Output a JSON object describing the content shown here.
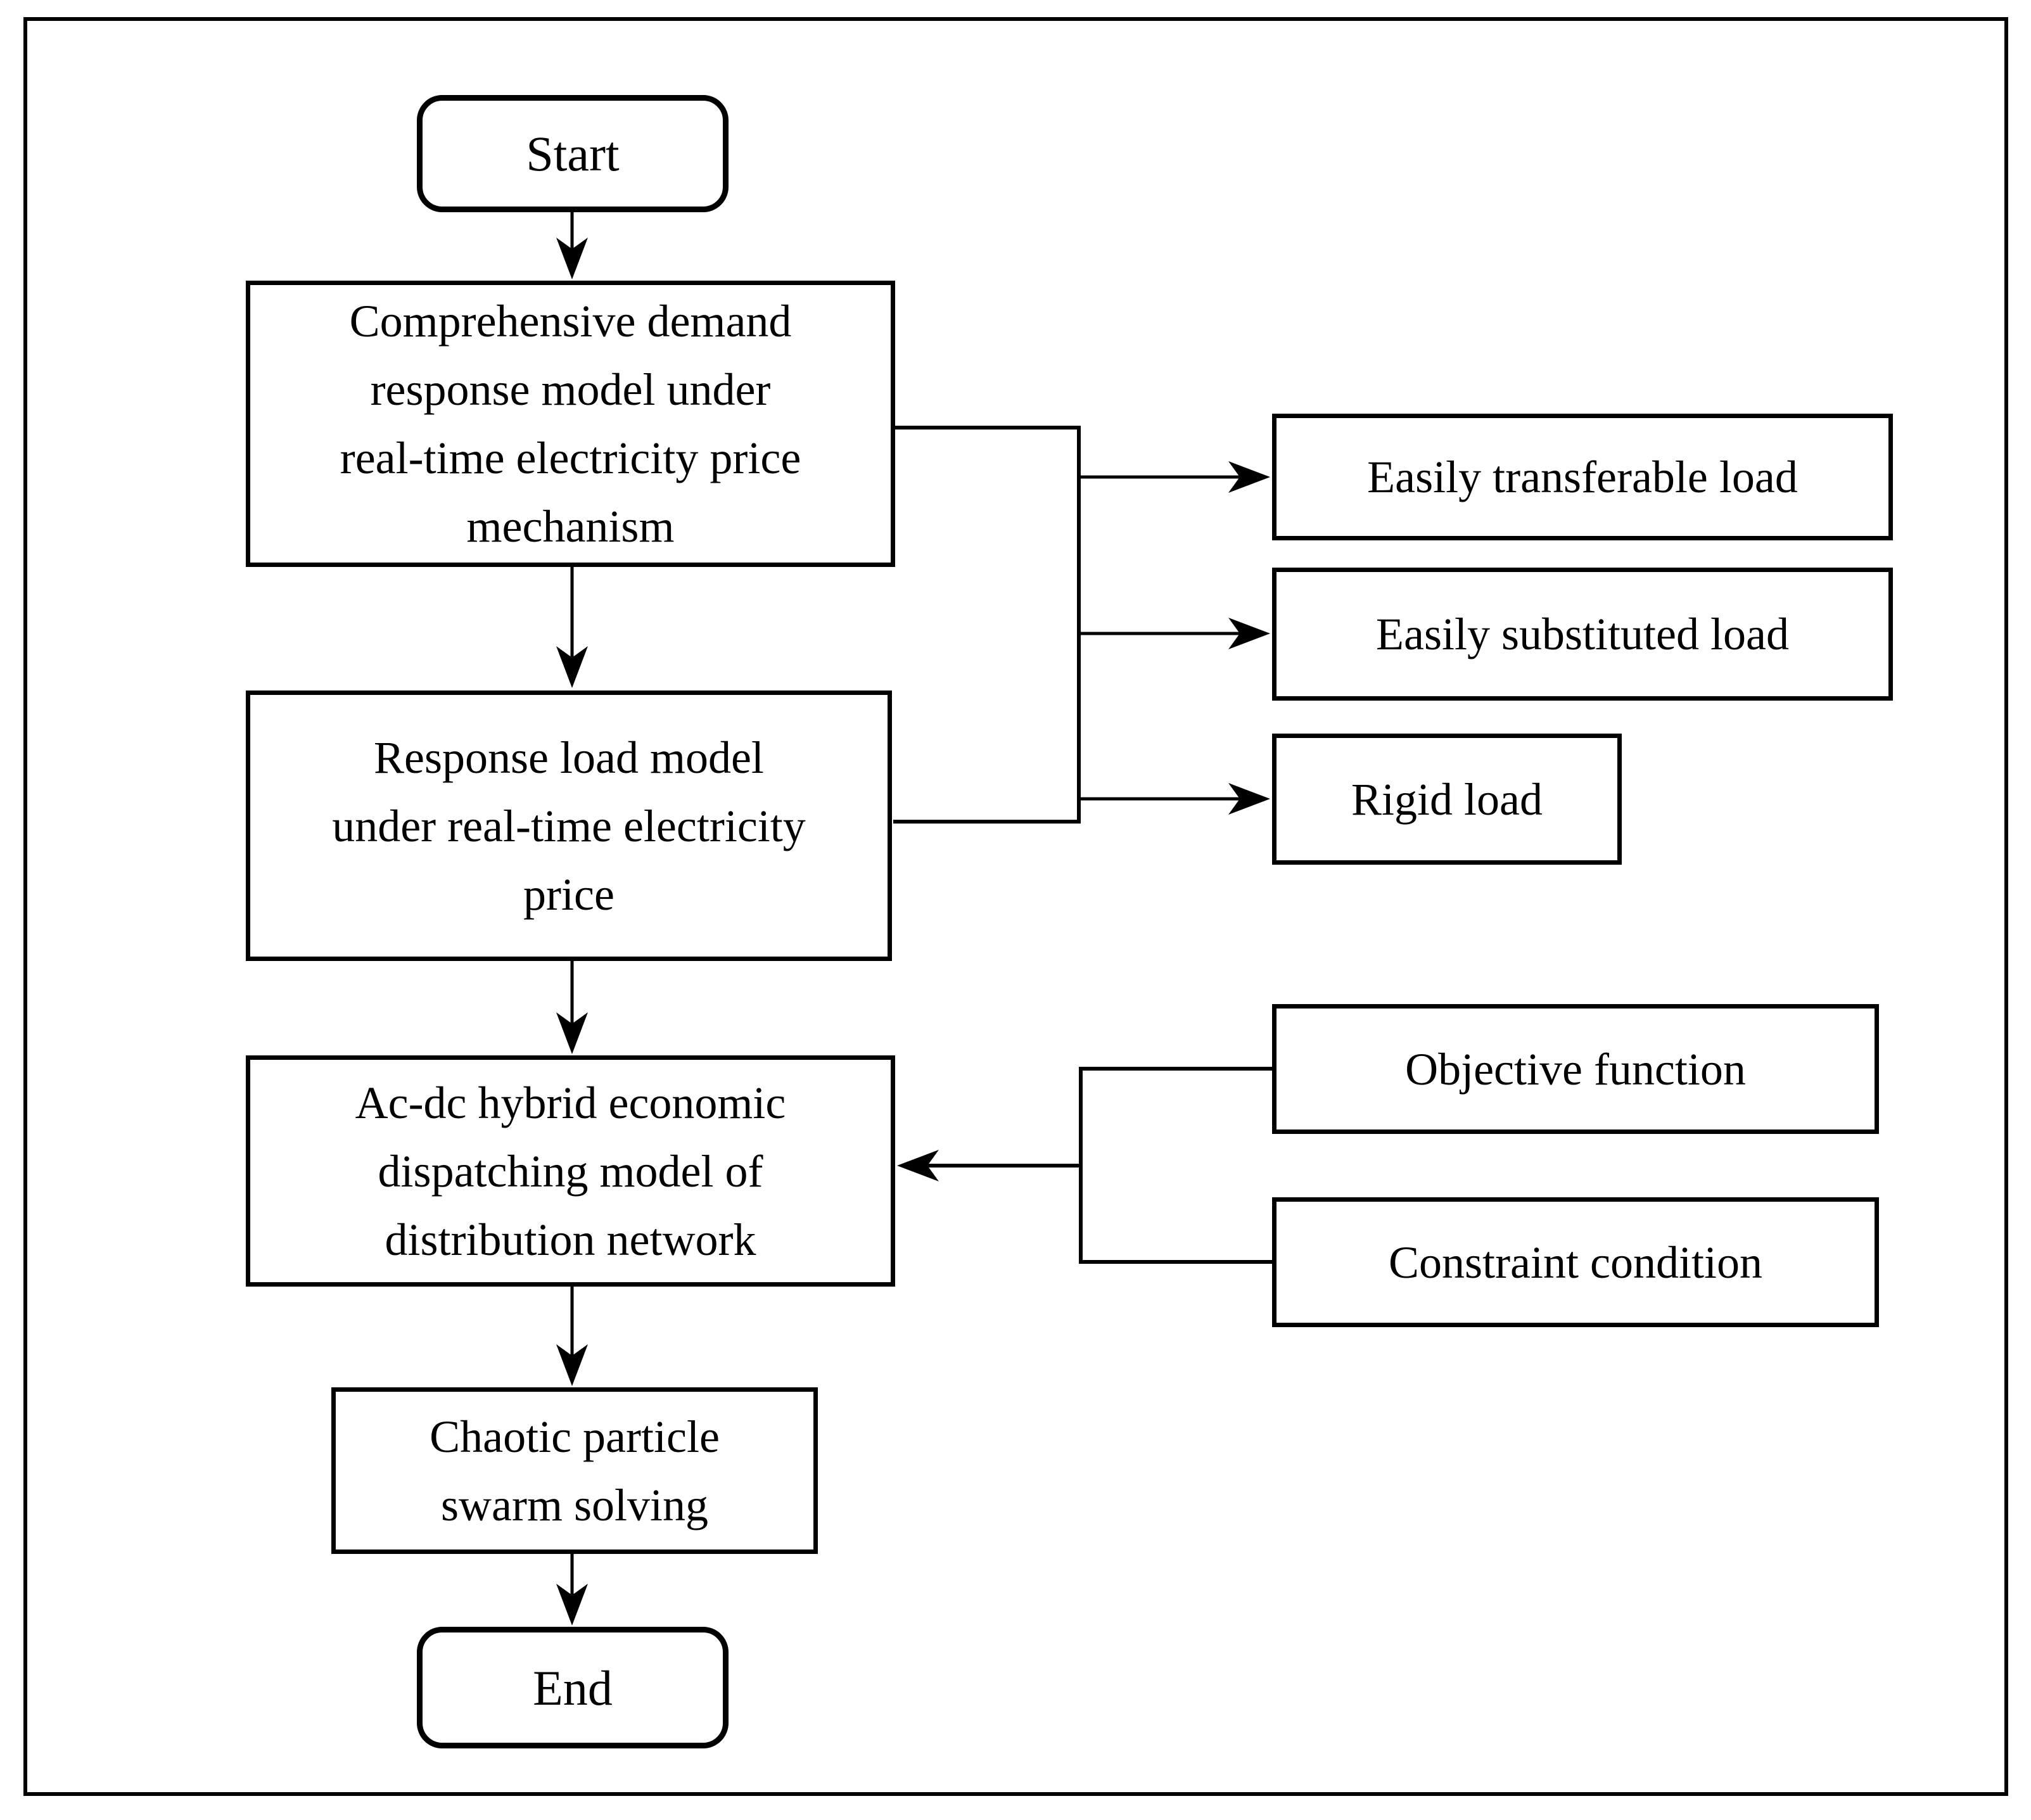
{
  "nodes": {
    "start": {
      "label": "Start",
      "shape": "terminator"
    },
    "comprehensive": {
      "label": [
        "Comprehensive demand",
        "response model under",
        "real-time electricity price",
        "mechanism"
      ],
      "shape": "process"
    },
    "response": {
      "label": [
        "Response load model",
        "under real-time electricity",
        "price"
      ],
      "shape": "process"
    },
    "acdc": {
      "label": [
        "Ac-dc hybrid economic",
        "dispatching model of",
        "distribution network"
      ],
      "shape": "process"
    },
    "chaotic": {
      "label": [
        "Chaotic particle",
        "swarm solving"
      ],
      "shape": "process"
    },
    "end": {
      "label": "End",
      "shape": "terminator"
    },
    "transferable": {
      "label": "Easily transferable load",
      "shape": "process"
    },
    "substituted": {
      "label": "Easily substituted load",
      "shape": "process"
    },
    "rigid": {
      "label": "Rigid load",
      "shape": "process"
    },
    "objective": {
      "label": "Objective function",
      "shape": "process"
    },
    "constraint": {
      "label": "Constraint condition",
      "shape": "process"
    }
  },
  "edges": [
    {
      "from": "start",
      "to": "comprehensive",
      "type": "arrow"
    },
    {
      "from": "comprehensive",
      "to": "response",
      "type": "arrow"
    },
    {
      "from": "response",
      "to": "acdc",
      "type": "arrow"
    },
    {
      "from": "acdc",
      "to": "chaotic",
      "type": "arrow"
    },
    {
      "from": "chaotic",
      "to": "end",
      "type": "arrow"
    },
    {
      "from": "comprehensive",
      "to": "transferable",
      "type": "branch-arrow"
    },
    {
      "from": "comprehensive",
      "to": "substituted",
      "type": "branch-arrow"
    },
    {
      "from": "response",
      "to": "rigid",
      "type": "branch-arrow"
    },
    {
      "from": "objective",
      "to": "acdc",
      "type": "branch-arrow"
    },
    {
      "from": "constraint",
      "to": "acdc",
      "type": "branch-arrow"
    }
  ],
  "colors": {
    "stroke": "#000000",
    "text": "#000000",
    "background": "#ffffff"
  }
}
